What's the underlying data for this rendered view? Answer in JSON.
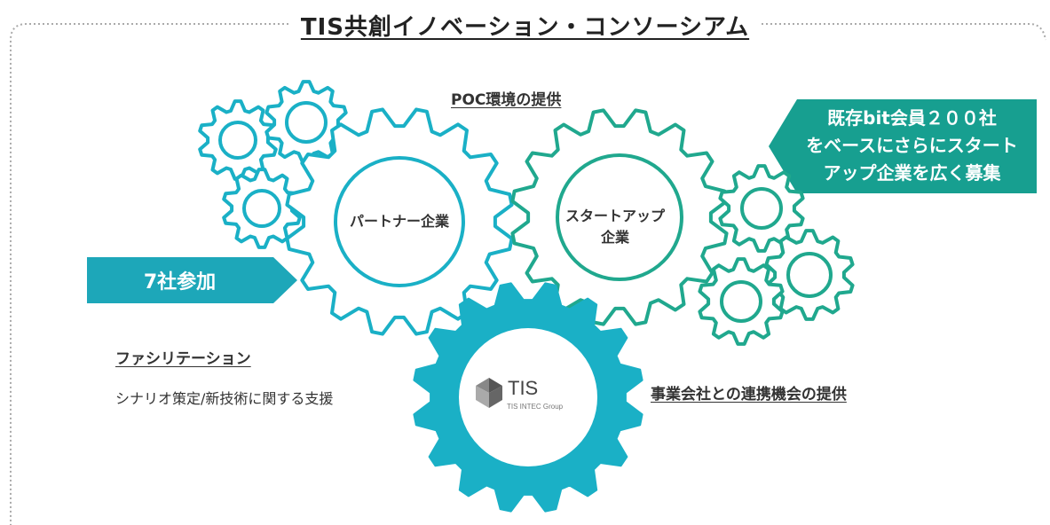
{
  "title": "TIS共創イノベーション・コンソーシアム",
  "left_banner": "7社参加",
  "right_banner": [
    "既存bit会員２００社",
    "をベースにさらにスタート",
    "アップ企業を広く募集"
  ],
  "poc_label": "POC環境の提供",
  "partner_label": "パートナー企業",
  "startup_label": [
    "スタートアップ",
    "企業"
  ],
  "facilitation_heading": "ファシリテーション",
  "facilitation_text": "シナリオ策定/新技術に関する支援",
  "business_label": "事業会社との連携機会の提供",
  "logo": {
    "name": "TIS",
    "sub": "TIS INTEC Group"
  },
  "colors": {
    "teal_light": "#1ab0c6",
    "teal_green": "#20a88e",
    "banner_left": "#1da7b9",
    "banner_right": "#179f90",
    "dotted_border": "#aaaaaa"
  }
}
